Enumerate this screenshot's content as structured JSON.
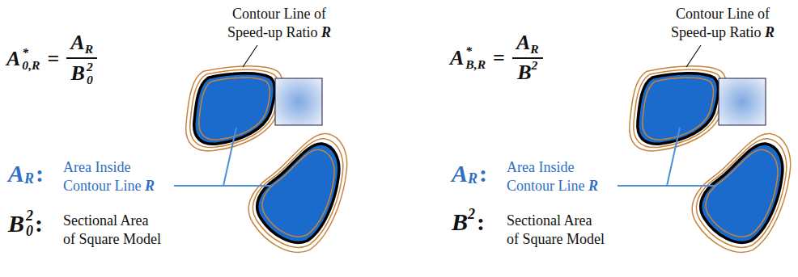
{
  "diagram": {
    "labels": [
      "A",
      "*",
      "0,R",
      "=",
      "A",
      "R",
      "B",
      "0",
      "2",
      "Contour Line of Speed-up Ratio",
      "R",
      "A",
      "R",
      ":",
      "Area Inside Contour Line",
      "R",
      "B",
      "0",
      "2",
      ":",
      "Sectional Area of Square Model",
      "A",
      "*",
      "B,R",
      "=",
      "A",
      "R",
      "B",
      "2",
      "Contour Line of Speed-up Ratio",
      "R",
      "A",
      "R",
      ":",
      "Area Inside Contour Line",
      "R",
      "B",
      "2",
      ":",
      "Sectional Area of Square Model"
    ]
  }
}
